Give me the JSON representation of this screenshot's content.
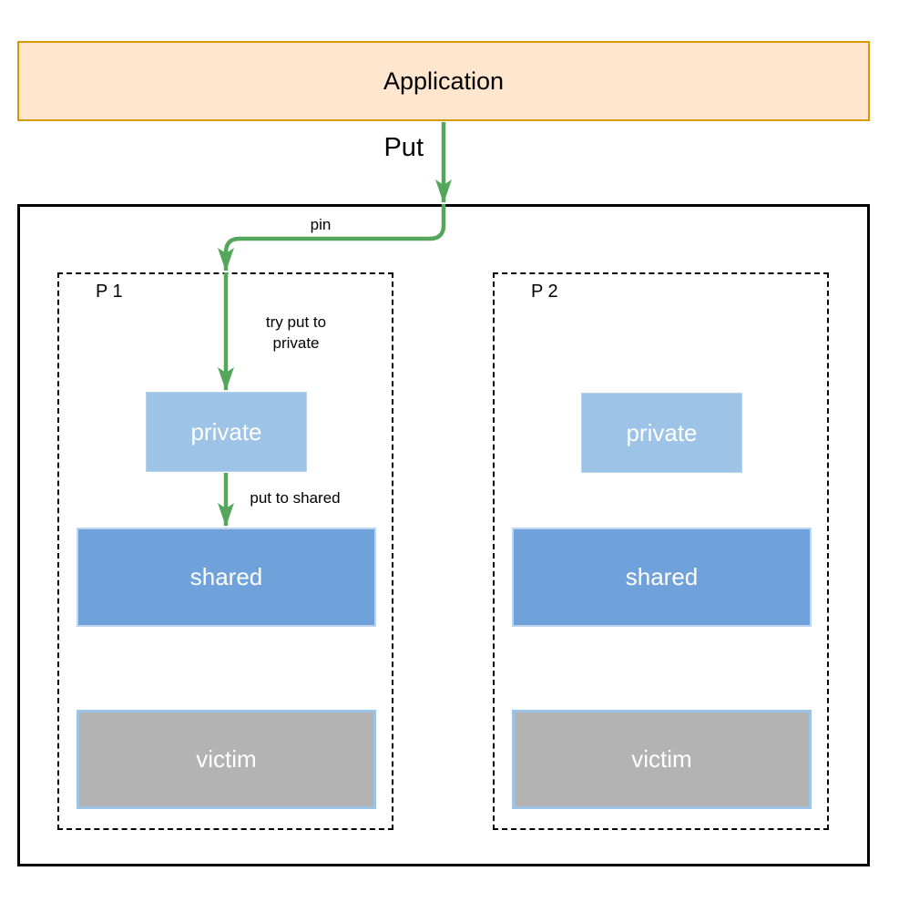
{
  "diagram": {
    "application": {
      "label": "Application"
    },
    "edges": {
      "put": {
        "label": "Put"
      },
      "pin": {
        "label": "pin"
      },
      "try_put": {
        "label": "try put to\nprivate"
      },
      "put_to_shared": {
        "label": "put to shared"
      }
    },
    "processes": [
      {
        "name": "P 1",
        "blocks": [
          {
            "label": "private"
          },
          {
            "label": "shared"
          },
          {
            "label": "victim"
          }
        ]
      },
      {
        "name": "P 2",
        "blocks": [
          {
            "label": "private"
          },
          {
            "label": "shared"
          },
          {
            "label": "victim"
          }
        ]
      }
    ],
    "colors": {
      "app_fill": "#ffe6cc",
      "app_stroke": "#d79b00",
      "arrow_green": "#54a65a",
      "private_fill": "#9dc3e6",
      "shared_fill": "#6fa2db",
      "victim_fill": "#b3b3b3",
      "victim_stroke": "#9dc3e6",
      "line_black": "#000000",
      "box_text": "#ffffff"
    }
  }
}
